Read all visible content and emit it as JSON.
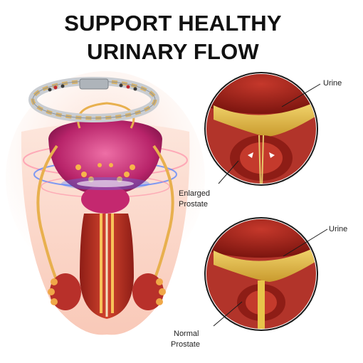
{
  "title": {
    "line1": "SUPPORT HEALTHY",
    "line2": "URINARY FLOW"
  },
  "labels": {
    "urine_top": "Urine",
    "enlarged_line1": "Enlarged",
    "enlarged_line2": "Prostate",
    "urine_bottom": "Urine",
    "normal_line1": "Normal",
    "normal_line2": "Prostate"
  },
  "colors": {
    "bladder_red": "#a8281f",
    "urine_yellow": "#e8c54a",
    "prostate_purple": "#b8246a",
    "glow_blue": "#4a7cff",
    "bracelet_silver": "#c9cdd2",
    "bracelet_gold": "#d6b26a"
  },
  "icons": {
    "bracelet": "magnetic-bracelet-icon",
    "anatomy": "male-urinary-anatomy-illustration"
  }
}
